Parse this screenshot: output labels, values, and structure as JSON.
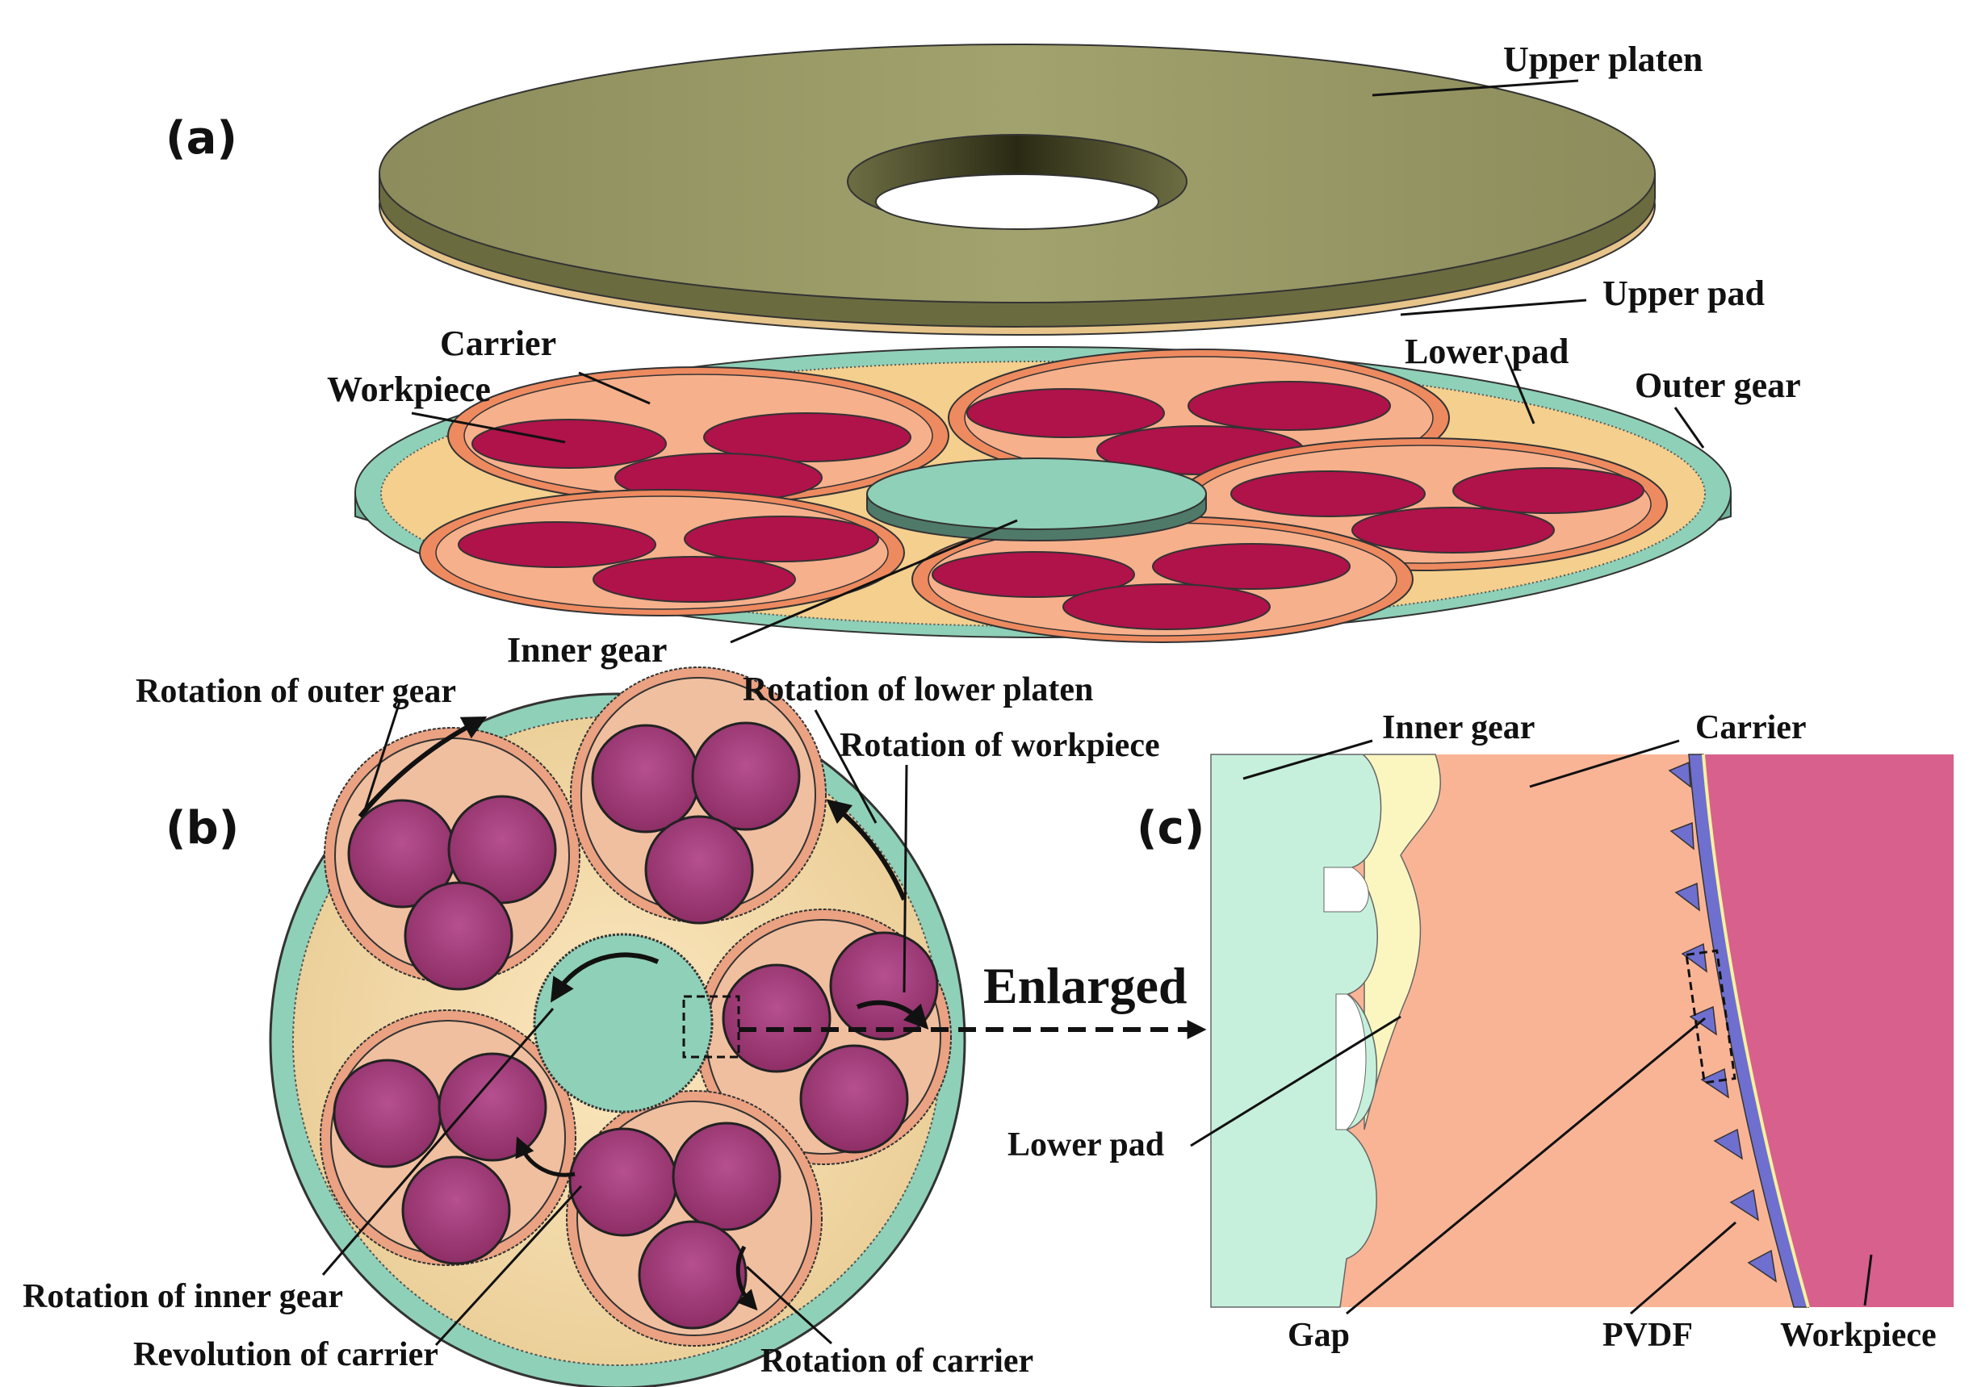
{
  "figure": {
    "panels": {
      "a": "(a)",
      "b": "(b)",
      "c": "(c)"
    },
    "panel_a_labels": {
      "upper_platen": "Upper platen",
      "upper_pad": "Upper pad",
      "carrier": "Carrier",
      "workpiece": "Workpiece",
      "lower_pad": "Lower pad",
      "outer_gear": "Outer gear",
      "inner_gear": "Inner gear"
    },
    "panel_b_labels": {
      "rotation_outer_gear": "Rotation of outer gear",
      "rotation_lower_platen": "Rotation of lower platen",
      "rotation_workpiece": "Rotation of workpiece",
      "rotation_inner_gear": "Rotation of inner gear",
      "revolution_carrier": "Revolution of carrier",
      "rotation_carrier": "Rotation of carrier"
    },
    "enlarged_label": "Enlarged",
    "panel_c_labels": {
      "inner_gear": "Inner gear",
      "carrier": "Carrier",
      "lower_pad": "Lower pad",
      "gap": "Gap",
      "pvdf": "PVDF",
      "workpiece": "Workpiece"
    },
    "colors": {
      "platen": "#9a9a66",
      "pad": "#f6d89a",
      "gear": "#8fd0b8",
      "carrier": "#ee8a60",
      "workpiece_a": "#b0124a",
      "workpiece_b": "#a4447e",
      "inner_gear_c": "#c6f0dc",
      "carrier_c": "#f9b496",
      "workpiece_c": "#d8608c",
      "pvdf": "#6f6fd0",
      "lower_pad_c": "#fbf6c0"
    }
  }
}
